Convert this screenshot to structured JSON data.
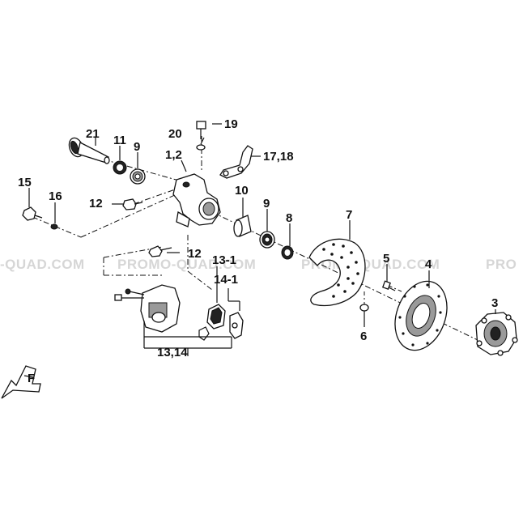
{
  "watermark": {
    "segments": [
      "-QUAD.COM",
      "PROMO-QUAD.COM",
      "PROMO-QUAD.COM",
      "PRO"
    ]
  },
  "labels": {
    "p1": "1,2",
    "p3": "3",
    "p4": "4",
    "p5": "5",
    "p6": "6",
    "p7": "7",
    "p8": "8",
    "p9a": "9",
    "p9b": "9",
    "p10": "10",
    "p11": "11",
    "p12a": "12",
    "p12b": "12",
    "p13": "13,14",
    "p13_1": "13-1",
    "p14_1": "14-1",
    "p15": "15",
    "p16": "16",
    "p17": "17,18",
    "p19": "19",
    "p20": "20",
    "p21": "21"
  },
  "direction_marker": {
    "letter": "F",
    "icon": "front-direction-arrow-icon"
  }
}
